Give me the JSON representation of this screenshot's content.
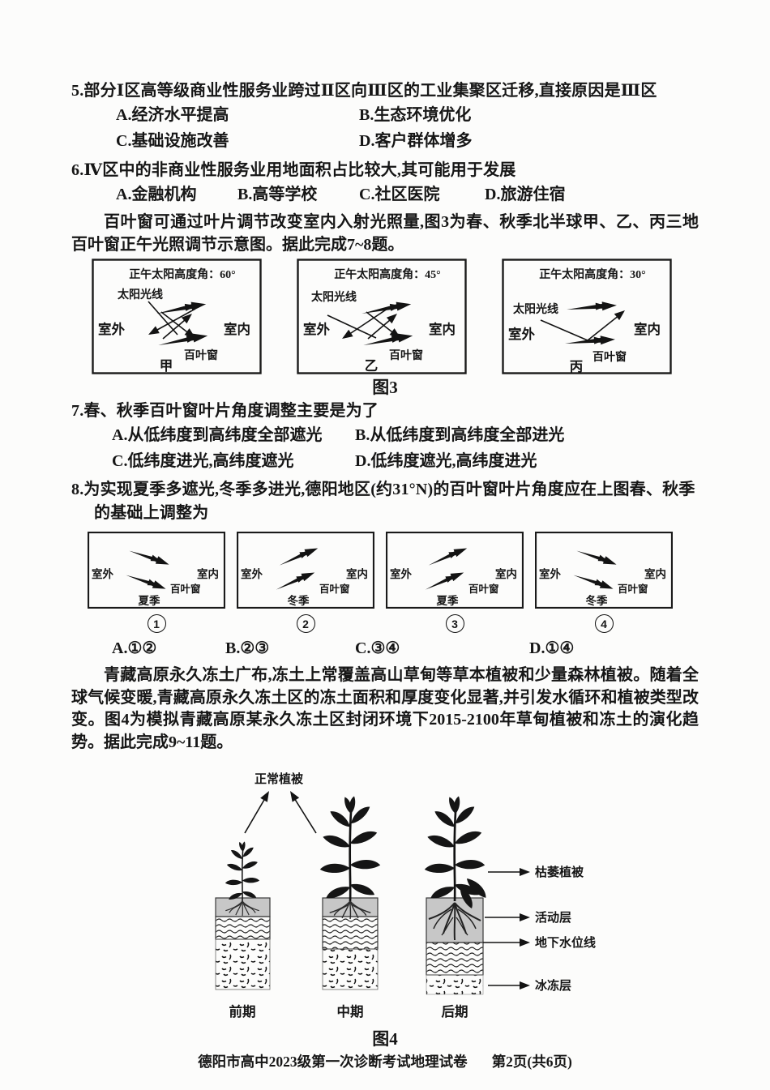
{
  "q5": {
    "stem": "5.部分Ⅰ区高等级商业性服务业跨过Ⅱ区向Ⅲ区的工业集聚区迁移,直接原因是Ⅲ区",
    "options": [
      "A.经济水平提高",
      "B.生态环境优化",
      "C.基础设施改善",
      "D.客户群体增多"
    ]
  },
  "q6": {
    "stem": "6.Ⅳ区中的非商业性服务业用地面积占比较大,其可能用于发展",
    "options": [
      "A.金融机构",
      "B.高等学校",
      "C.社区医院",
      "D.旅游住宿"
    ]
  },
  "intro78": "百叶窗可通过叶片调节改变室内入射光照量,图3为春、秋季北半球甲、乙、丙三地百叶窗正午光照调节示意图。据此完成7~8题。",
  "fig3": {
    "caption": "图3",
    "panels": [
      {
        "header": "正午太阳高度角：60°",
        "sun": "太阳光线",
        "outside": "室外",
        "inside": "室内",
        "louver": "百叶窗",
        "name": "甲"
      },
      {
        "header": "正午太阳高度角：45°",
        "sun": "太阳光线",
        "outside": "室外",
        "inside": "室内",
        "louver": "百叶窗",
        "name": "乙"
      },
      {
        "header": "正午太阳高度角：30°",
        "sun": "太阳光线",
        "outside": "室外",
        "inside": "室内",
        "louver": "百叶窗",
        "name": "丙"
      }
    ]
  },
  "q7": {
    "stem": "7.春、秋季百叶窗叶片角度调整主要是为了",
    "options": [
      "A.从低纬度到高纬度全部遮光",
      "B.从低纬度到高纬度全部进光",
      "C.低纬度进光,高纬度遮光",
      "D.低纬度遮光,高纬度进光"
    ]
  },
  "q8": {
    "stem": "8.为实现夏季多遮光,冬季多进光,德阳地区(约31°N)的百叶窗叶片角度应在上图春、秋季的基础上调整为",
    "panels": [
      {
        "outside": "室外",
        "inside": "室内",
        "louver": "百叶窗",
        "season": "夏季",
        "num": "1",
        "slats": "down"
      },
      {
        "outside": "室外",
        "inside": "室内",
        "louver": "百叶窗",
        "season": "冬季",
        "num": "2",
        "slats": "up"
      },
      {
        "outside": "室外",
        "inside": "室内",
        "louver": "百叶窗",
        "season": "夏季",
        "num": "3",
        "slats": "up"
      },
      {
        "outside": "室外",
        "inside": "室内",
        "louver": "百叶窗",
        "season": "冬季",
        "num": "4",
        "slats": "down"
      }
    ],
    "options": [
      "A.①②",
      "B.②③",
      "C.③④",
      "D.①④"
    ]
  },
  "intro911": "青藏高原永久冻土广布,冻土上常覆盖高山草甸等草本植被和少量森林植被。随着全球气候变暖,青藏高原永久冻土区的冻土面积和厚度变化显著,并引发水循环和植被类型改变。图4为模拟青藏高原某永久冻土区封闭环境下2015-2100年草甸植被和冻土的演化趋势。据此完成9~11题。",
  "fig4": {
    "caption": "图4",
    "normal_veg": "正常植被",
    "labels": {
      "withered": "枯萎植被",
      "active": "活动层",
      "water": "地下水位线",
      "frozen": "冰冻层"
    },
    "stages": [
      "前期",
      "中期",
      "后期"
    ]
  },
  "footer": {
    "title": "德阳市高中2023级第一次诊断考试地理试卷",
    "page": "第2页(共6页)"
  }
}
